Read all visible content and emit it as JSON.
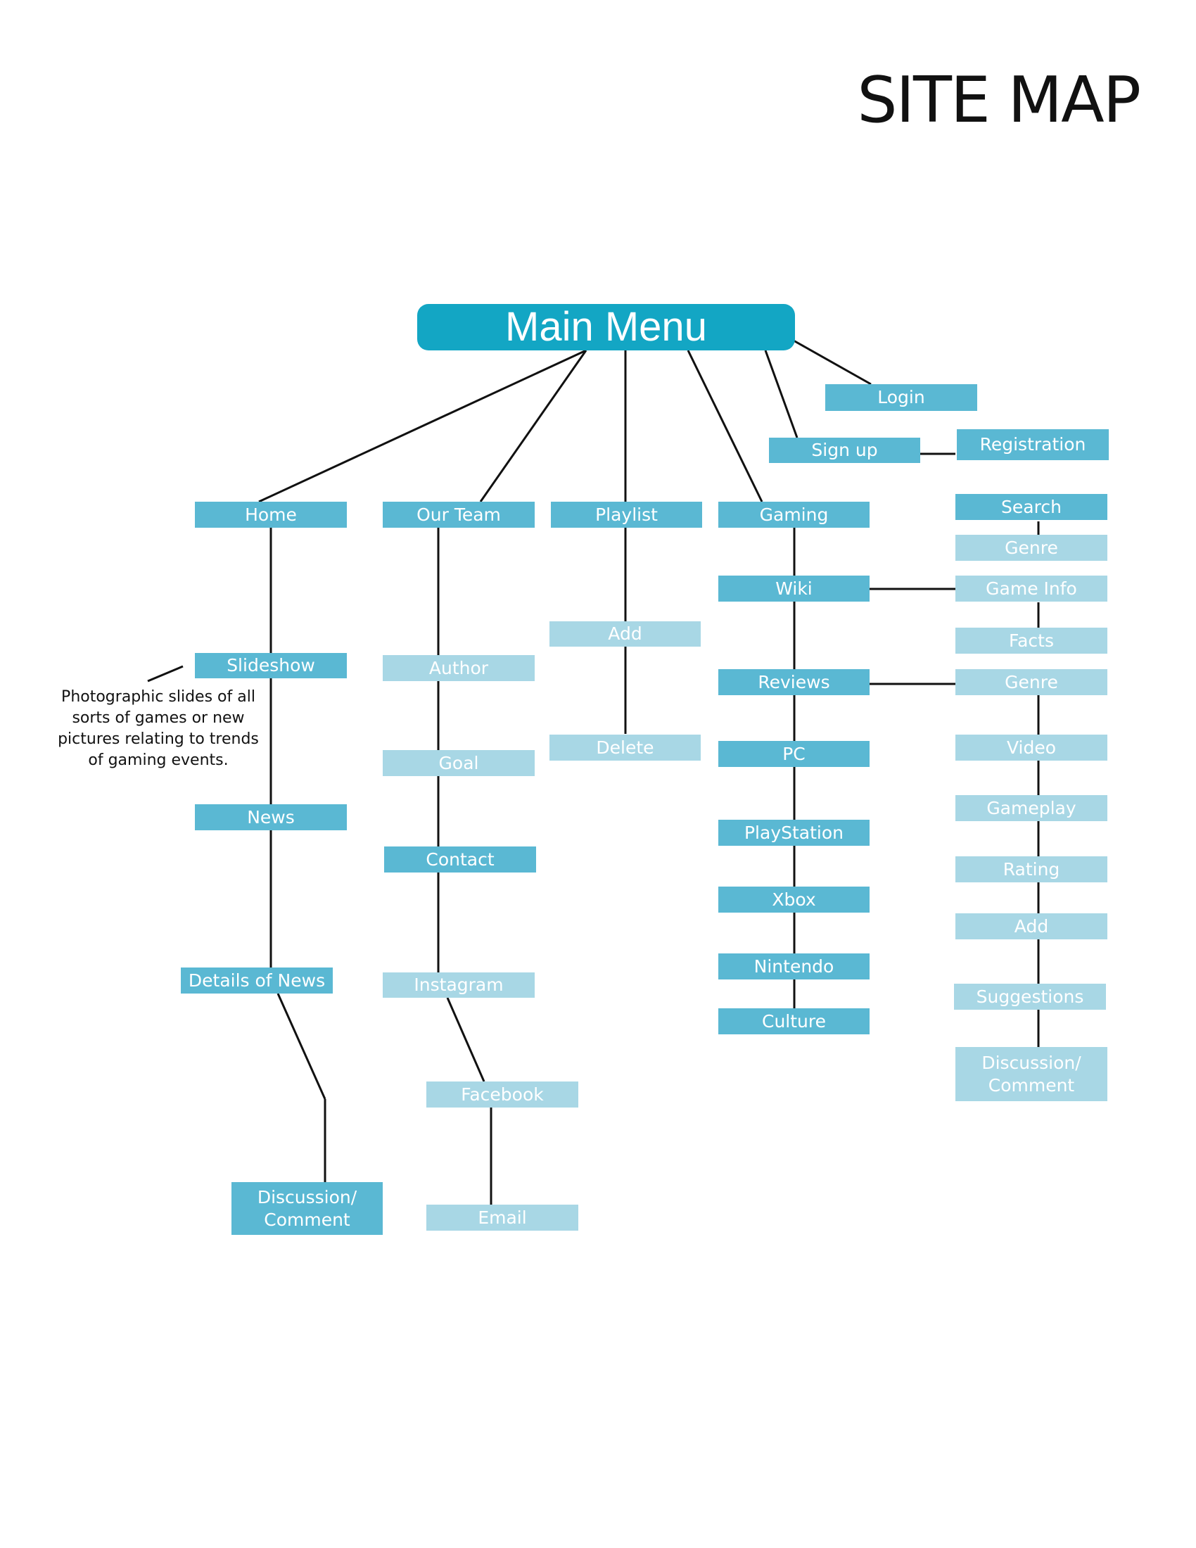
{
  "title": "SITE MAP",
  "colors": {
    "main": "#13a6c4",
    "primary": "#5ab8d3",
    "secondary": "#a8d7e5",
    "line": "#111111"
  },
  "main_menu": "Main Menu",
  "note": "Photographic slides of all sorts of games or new pictures relating to trends of gaming events.",
  "nodes": {
    "login": "Login",
    "sign_up": "Sign up",
    "registration": "Registration",
    "home": "Home",
    "slideshow": "Slideshow",
    "news": "News",
    "details_of_news": "Details of News",
    "home_discussion": "Discussion/\nComment",
    "our_team": "Our Team",
    "author": "Author",
    "goal": "Goal",
    "contact": "Contact",
    "instagram": "Instagram",
    "facebook": "Facebook",
    "email": "Email",
    "playlist": "Playlist",
    "playlist_add": "Add",
    "playlist_delete": "Delete",
    "gaming": "Gaming",
    "wiki": "Wiki",
    "reviews": "Reviews",
    "pc": "PC",
    "playstation": "PlayStation",
    "xbox": "Xbox",
    "nintendo": "Nintendo",
    "culture": "Culture",
    "search": "Search",
    "wiki_genre": "Genre",
    "game_info": "Game Info",
    "facts": "Facts",
    "reviews_genre": "Genre",
    "video": "Video",
    "gameplay": "Gameplay",
    "rating": "Rating",
    "reviews_add": "Add",
    "suggestions": "Suggestions",
    "reviews_discussion": "Discussion/\nComment"
  }
}
